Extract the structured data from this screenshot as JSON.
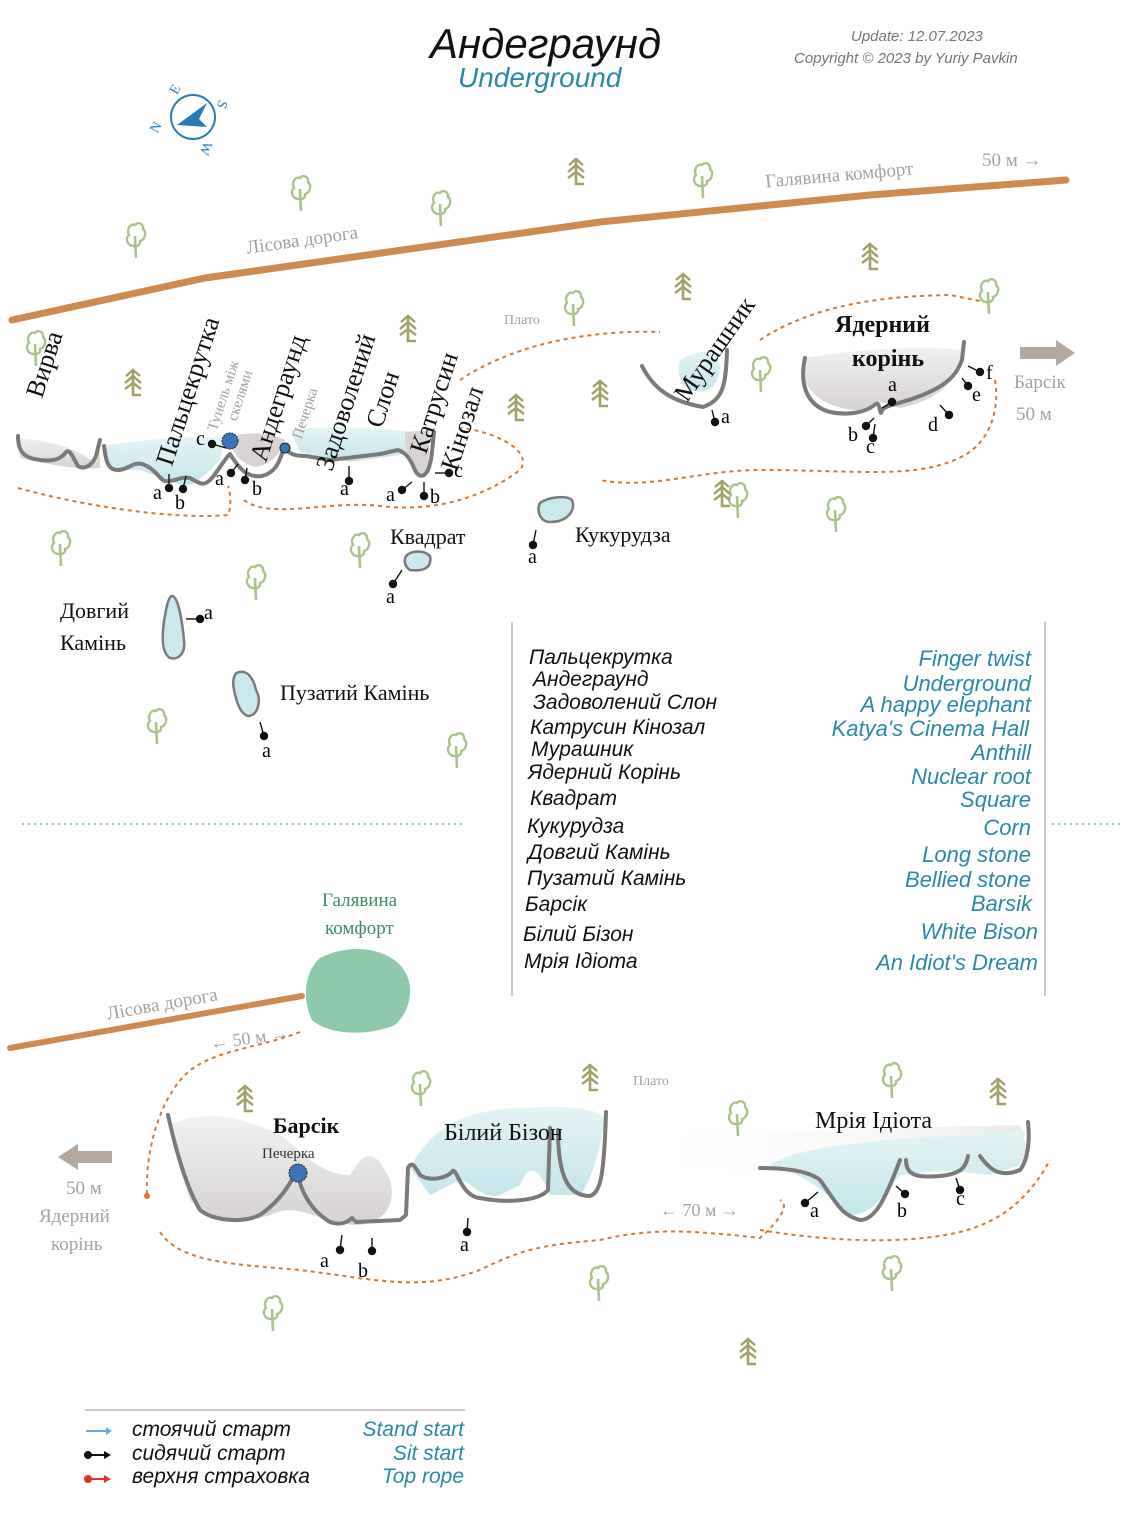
{
  "header": {
    "title": "Андеграунд",
    "subtitle": "Underground",
    "update": "Update: 12.07.2023",
    "copyright": "Copyright © 2023 by Yuriy Pavkin"
  },
  "compass": {
    "letters": [
      "N",
      "E",
      "S",
      "W"
    ],
    "icon": "compass-icon"
  },
  "colors": {
    "title": "#111111",
    "subtitle": "#2a88a8",
    "meta": "#7a7472",
    "road": "#d08a50",
    "trail": "#d8782e",
    "rock_outline": "#7a7a7a",
    "rock_fill_grey": "#ddd9d9",
    "rock_fill_blue": "#cbe9ec",
    "tree": "#a9c48a",
    "fir": "#a3a066",
    "faint_label": "#a8a09a",
    "glade": "#8ecaa9",
    "glade_text": "#3f8a64",
    "cave": "#3d73b8",
    "legend_en": "#2a88a8"
  },
  "top_map": {
    "road_label": "Лісова дорога",
    "glade_label": "Галявина комфорт",
    "glade_distance": "50 м →",
    "plateau": "Плато",
    "to_barsik": {
      "label": "Барсік",
      "distance": "50 м"
    },
    "sectors": [
      {
        "name": "Вирва",
        "routes": []
      },
      {
        "name": "Пальцекрутка",
        "routes": [
          "a",
          "b",
          "c"
        ]
      },
      {
        "name": "Тунель між скелями",
        "routes": []
      },
      {
        "name": "Андеграунд",
        "routes": [
          "a",
          "b"
        ]
      },
      {
        "name": "Печерка",
        "routes": []
      },
      {
        "name": "Задоволений Слон",
        "routes": [
          "a"
        ]
      },
      {
        "name": "Катрусин Кінозал",
        "routes": [
          "a",
          "b",
          "c"
        ]
      },
      {
        "name": "Мурашник",
        "routes": [
          "a"
        ]
      },
      {
        "name": "Ядерний корінь",
        "routes": [
          "a",
          "b",
          "c",
          "d",
          "e",
          "f"
        ]
      },
      {
        "name": "Квадрат",
        "routes": [
          "a"
        ]
      },
      {
        "name": "Кукурудза",
        "routes": [
          "a"
        ]
      },
      {
        "name": "Довгий Камінь",
        "routes": [
          "a"
        ]
      },
      {
        "name": "Пузатий Камінь",
        "routes": [
          "a"
        ]
      }
    ],
    "labels": {
      "vyrva": "Вирва",
      "paltsekrutka": "Пальцекрутка",
      "tunnel1": "Тунель між",
      "tunnel2": "скелями",
      "underground": "Андеграунд",
      "pecherka": "Печерка",
      "slon1": "Задоволений",
      "slon2": "Слон",
      "katrusyn1": "Катрусин",
      "katrusyn2": "Кінозал",
      "murashnyk": "Мурашник",
      "yaderny1": "Ядерний",
      "yaderny2": "корінь",
      "kvadrat": "Квадрат",
      "kukurudza": "Кукурудза",
      "dovhyi1": "Довгий",
      "dovhyi2": "Камінь",
      "puzatyi": "Пузатий Камінь"
    }
  },
  "legend_names": [
    {
      "uk": "Пальцекрутка",
      "en": "Finger twist"
    },
    {
      "uk": "Андеграунд",
      "en": "Underground"
    },
    {
      "uk": "Задоволений Слон",
      "en": "A happy elephant"
    },
    {
      "uk": "Катрусин Кінозал",
      "en": "Katya's Cinema Hall"
    },
    {
      "uk": "Мурашник",
      "en": "Anthill"
    },
    {
      "uk": "Ядерний Корінь",
      "en": "Nuclear root"
    },
    {
      "uk": "Квадрат",
      "en": "Square"
    },
    {
      "uk": "Кукурудза",
      "en": "Corn"
    },
    {
      "uk": "Довгий Камінь",
      "en": "Long stone"
    },
    {
      "uk": "Пузатий Камінь",
      "en": "Bellied stone"
    },
    {
      "uk": "Барсік",
      "en": "Barsik"
    },
    {
      "uk": "Білий Бізон",
      "en": "White Bison"
    },
    {
      "uk": "Мрія Ідіота",
      "en": "An Idiot's Dream"
    }
  ],
  "bottom_map": {
    "glade_label_1": "Галявина",
    "glade_label_2": "комфорт",
    "road_label": "Лісова дорога",
    "distance_50": "← 50 м →",
    "distance_70": "← 70 м →",
    "plateau": "Плато",
    "to_yaderny": {
      "distance": "50 м",
      "label1": "Ядерний",
      "label2": "корінь"
    },
    "sectors": [
      {
        "name": "Барсік",
        "sub": "Печерка",
        "routes": [
          "a",
          "b"
        ]
      },
      {
        "name": "Білий Бізон",
        "routes": [
          "a"
        ]
      },
      {
        "name": "Мрія Ідіота",
        "routes": [
          "a",
          "b",
          "c"
        ]
      }
    ]
  },
  "start_legend": [
    {
      "uk": "стоячий старт",
      "en": "Stand start",
      "color": "#5ab0d8",
      "marker": "arrow"
    },
    {
      "uk": "сидячий старт",
      "en": "Sit start",
      "color": "#111111",
      "marker": "dot-arrow"
    },
    {
      "uk": "верхня страховка",
      "en": "Top rope",
      "color": "#e0302a",
      "marker": "dot-arrow"
    }
  ]
}
